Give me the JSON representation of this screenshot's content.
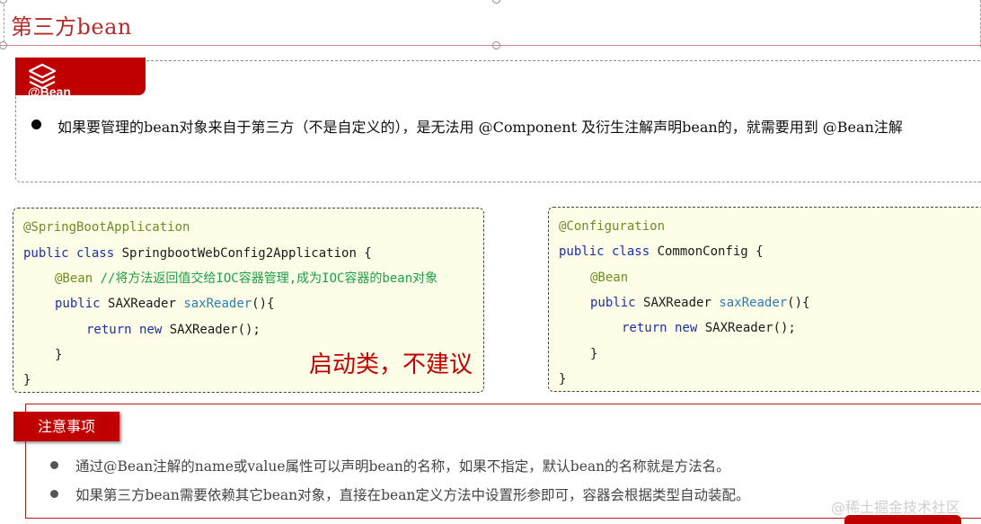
{
  "slide": {
    "title": "第三方bean"
  },
  "bean_section": {
    "tab_label": "@Bean",
    "icon": "layers-icon",
    "bullet_text": "如果要管理的bean对象来自于第三方（不是自定义的），是无法用 @Component 及衍生注解声明bean的，就需要用到 @Bean注解"
  },
  "code_left": {
    "line1_annotation": "@SpringBootApplication",
    "line2_kw": "public class ",
    "line2_rest": "SpringbootWebConfig2Application {",
    "line3_annotation": "@Bean ",
    "line3_comment": "//将方法返回值交给IOC容器管理,成为IOC容器的bean对象",
    "line4_kw": "public ",
    "line4_type": "SAXReader ",
    "line4_method": "saxReader",
    "line4_rest": "(){",
    "line5_kw": "return new ",
    "line5_rest": "SAXReader();",
    "line6": "}",
    "line7": "}"
  },
  "code_right": {
    "line1_annotation": "@Configuration",
    "line2_kw": "public class ",
    "line2_rest": "CommonConfig {",
    "line3_annotation": "@Bean",
    "line4_kw": "public ",
    "line4_type": "SAXReader ",
    "line4_method": "saxReader",
    "line4_rest": "(){",
    "line5_kw": "return new ",
    "line5_rest": "SAXReader();",
    "line6": "}",
    "line7": "}"
  },
  "red_note": "启动类，不建议",
  "notes": {
    "tab_label": "注意事项",
    "items": [
      "通过@Bean注解的name或value属性可以声明bean的名称，如果不指定，默认bean的名称就是方法名。",
      "如果第三方bean需要依赖其它bean对象，直接在bean定义方法中设置形参即可，容器会根据类型自动装配。"
    ]
  },
  "watermark": "@稀土掘金技术社区",
  "colors": {
    "accent_red": "#c00000",
    "title_red": "#b52a2a",
    "code_bg": "#fefee8"
  }
}
